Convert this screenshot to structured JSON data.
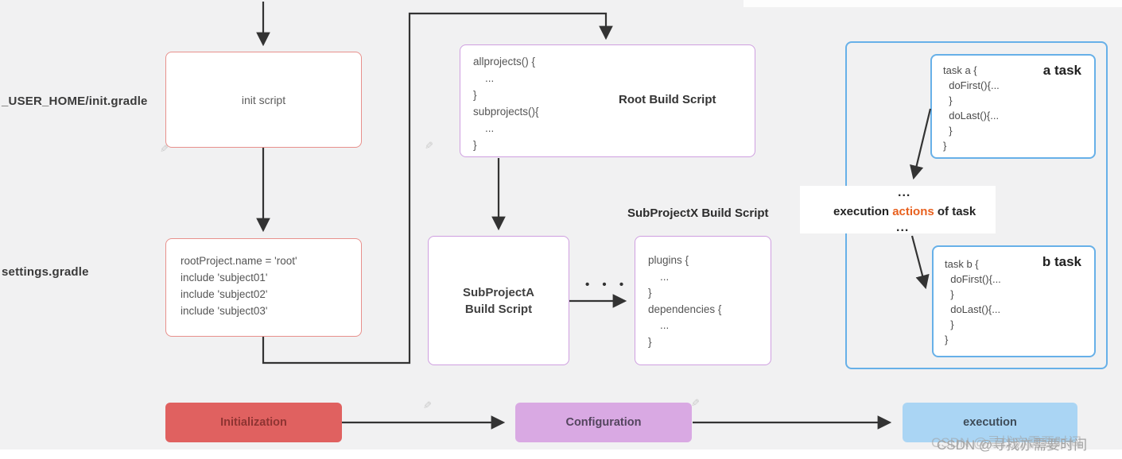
{
  "labels": {
    "user_home": "_USER_HOME/init.gradle",
    "settings": "settings.gradle"
  },
  "boxes": {
    "init": {
      "text": "init script"
    },
    "settings_code": "rootProject.name = 'root'\ninclude 'subject01'\ninclude 'subject02'\ninclude 'subject03'",
    "root": {
      "code": "allprojects() {\n    ...\n}\nsubprojects(){\n    ...\n}",
      "label": "Root Build Script"
    },
    "subproject_a": {
      "label": "SubProjectA\nBuild Script"
    },
    "subproject_x": {
      "title": "SubProjectX Build Script",
      "code": "plugins {\n    ...\n}\ndependencies {\n    ...\n}"
    },
    "task_a": {
      "code": "task a {\n  doFirst(){...\n  }\n  doLast(){...\n  }\n}",
      "label": "a task"
    },
    "task_b": {
      "code": "task b {\n  doFirst(){...\n  }\n  doLast(){...\n  }\n}",
      "label": "b task"
    }
  },
  "connector_dots": "• • •",
  "execution_note": {
    "ellipsis_top": "...",
    "prefix": "execution ",
    "highlight": "actions",
    "suffix": " of task",
    "ellipsis_bottom": "..."
  },
  "phases": [
    {
      "label": "Initialization",
      "bg": "#e06160",
      "text_color": "#8e3432"
    },
    {
      "label": "Configuration",
      "bg": "#d9a9e3",
      "text_color": "#54455e"
    },
    {
      "label": "execution",
      "bg": "#aad5f4",
      "text_color": "#3e4c59"
    }
  ],
  "watermark": "CSDN @寻找亦需要时间",
  "colors": {
    "bg": "#f1f1f2",
    "box-red": "#e8908c",
    "box-purple": "#cf9fe0",
    "box-blue": "#67b0e8",
    "arrow": "#333333",
    "orange": "#e8611f",
    "code-text": "#555555",
    "pencil": "#cbcbcb",
    "watermark": "#a3a3a3"
  }
}
